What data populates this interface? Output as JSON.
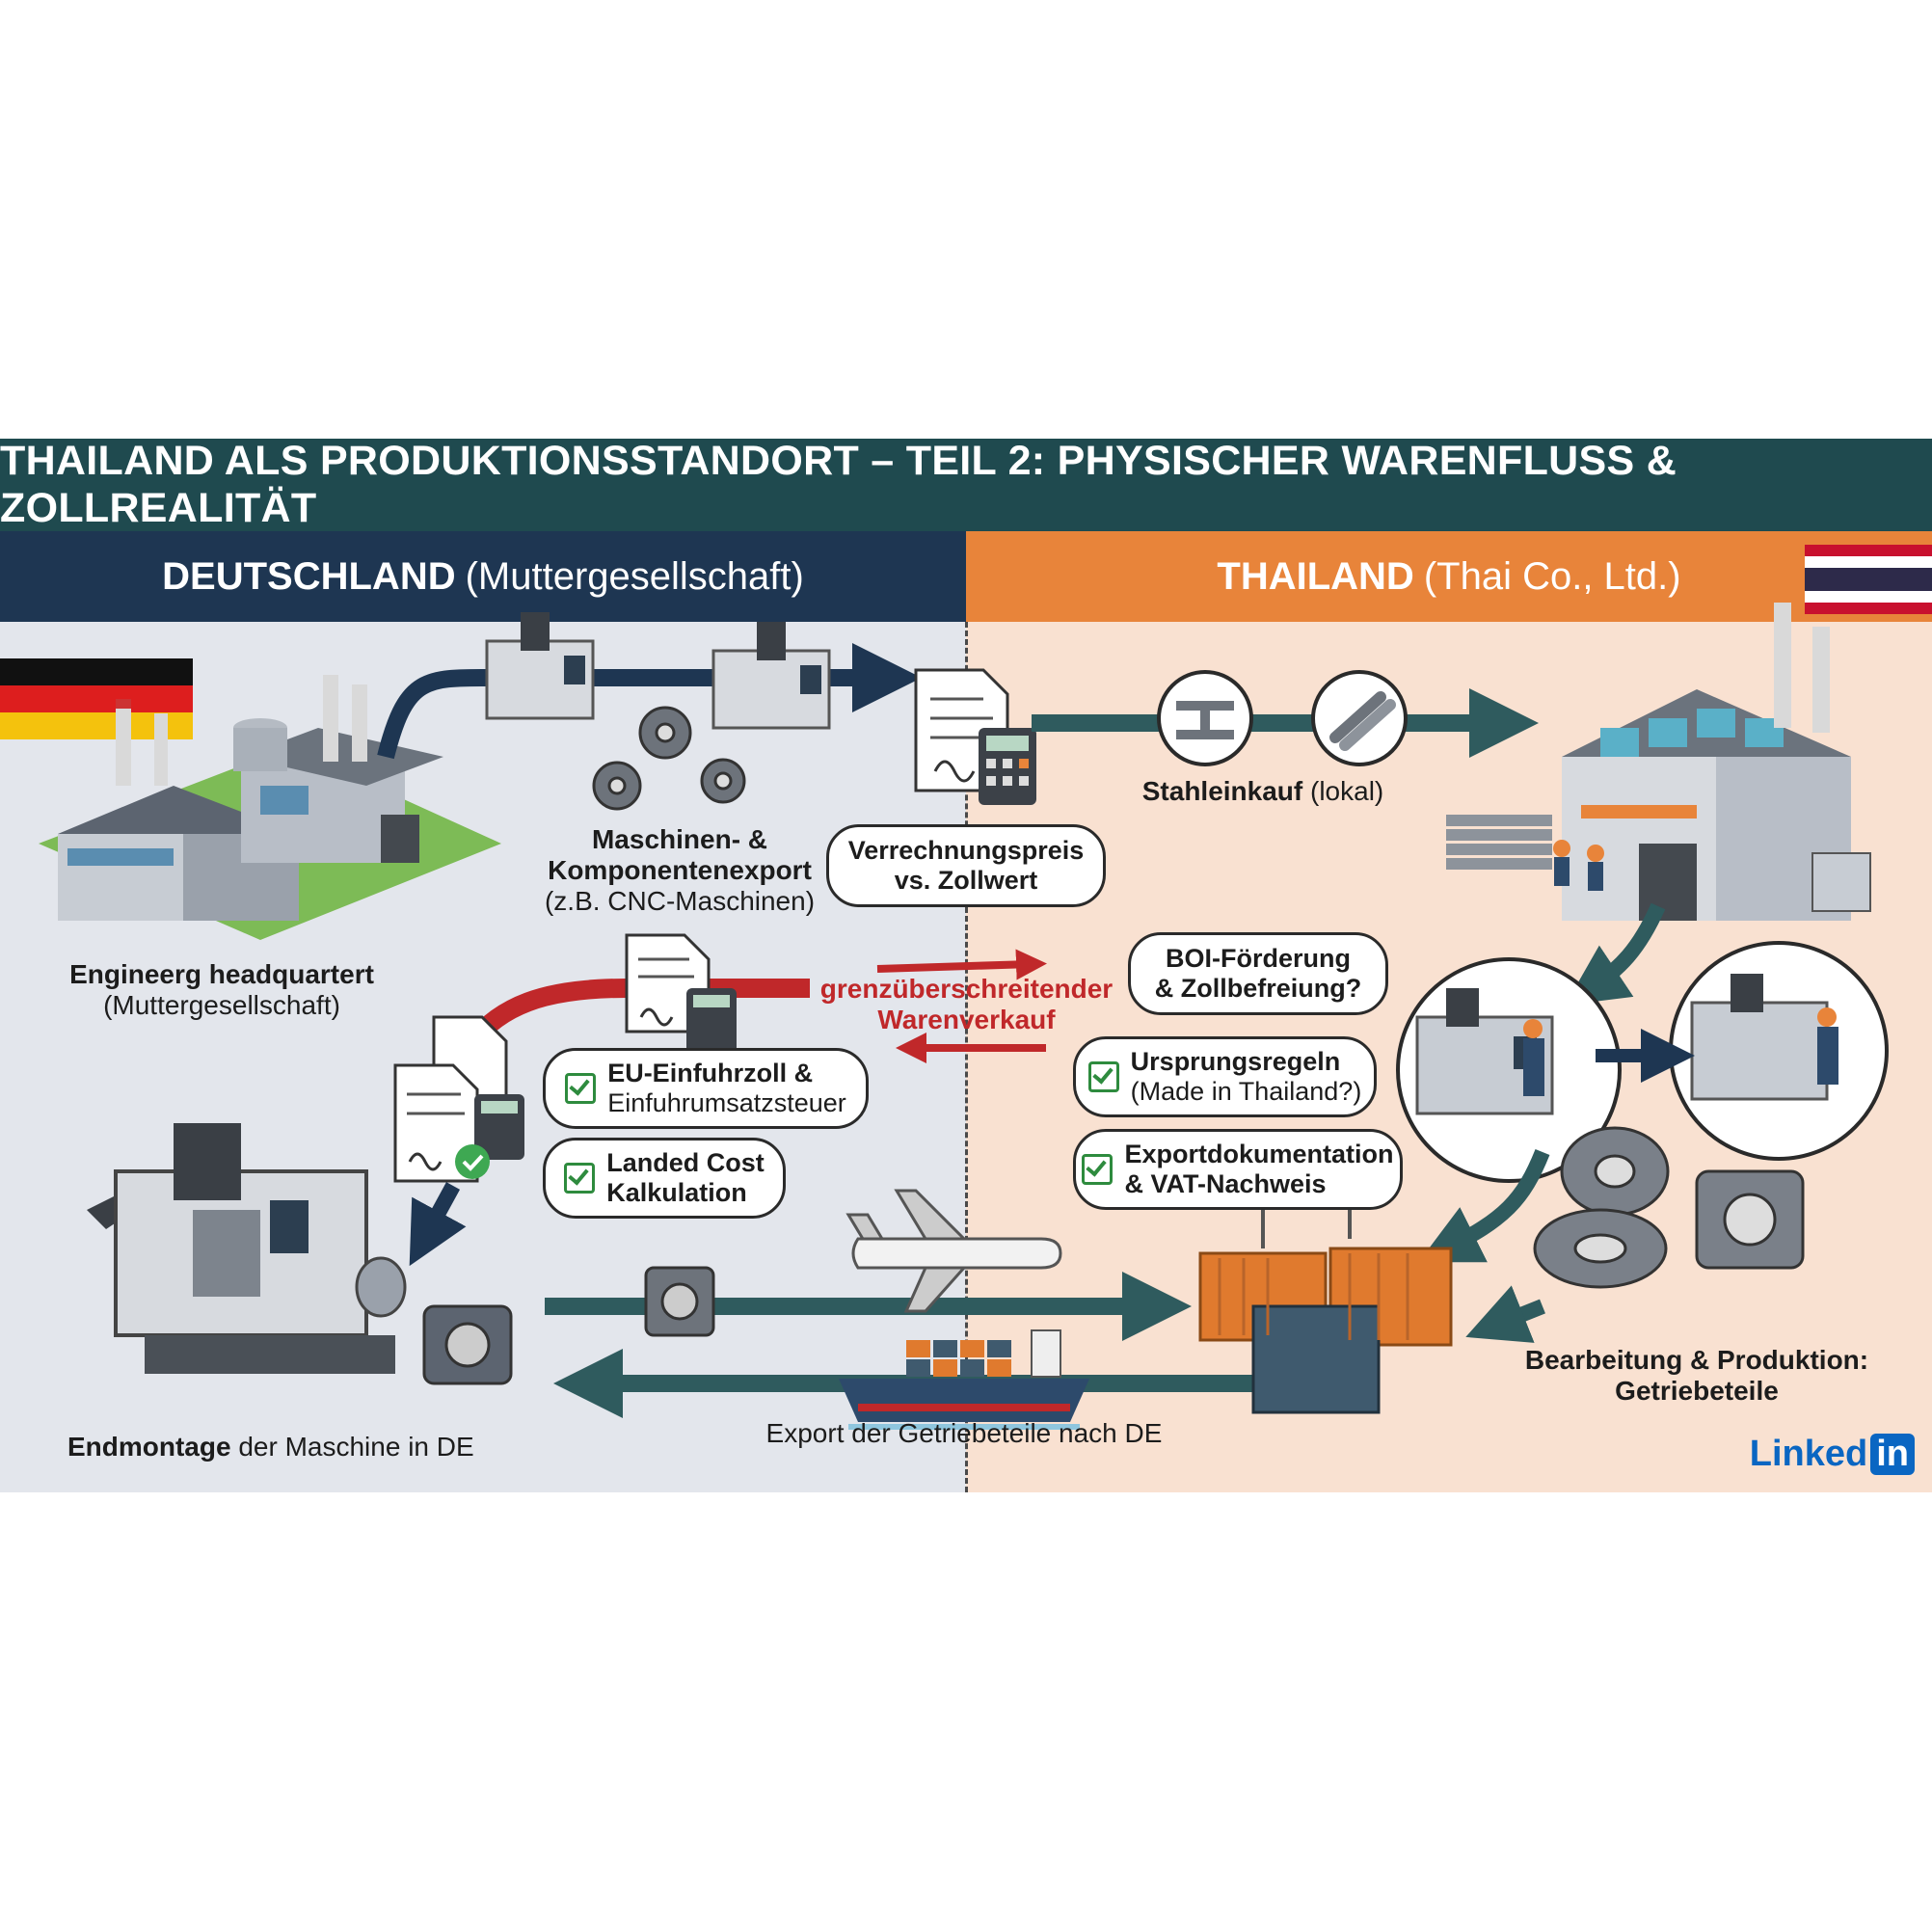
{
  "title": "THAILAND ALS PRODUKTIONSSTANDORT – TEIL 2: PHYSISCHER WARENFLUSS & ZOLLREALITÄT",
  "germany": {
    "name": "DEUTSCHLAND",
    "subtitle": "(Muttergesellschaft)"
  },
  "thailand": {
    "name": "THAILAND",
    "subtitle": "(Thai Co., Ltd.)"
  },
  "labels": {
    "hq_bold": "Engineerg headquartert",
    "hq_sub": "(Muttergesellschaft)",
    "export_line1": "Maschinen- &",
    "export_line2": "Komponentenexport",
    "export_line3": "(z.B. CNC-Maschinen)",
    "steel_bold": "Stahleinkauf",
    "steel_sub": "(lokal)",
    "cross_line1": "grenzüberschreitender",
    "cross_line2": "Warenverkauf",
    "assembly_bold": "Endmontage",
    "assembly_sub": "der Maschine in DE",
    "export_back": "Export der Getriebeteile nach DE",
    "production_line1": "Bearbeitung & Produktion:",
    "production_line2": "Getriebeteile"
  },
  "pills": {
    "transfer_line1": "Verrechnungspreis",
    "transfer_line2": "vs. Zollwert",
    "boi_line1": "BOI-Förderung",
    "boi_line2": "& Zollbefreiung?",
    "eu_line1": "EU-Einfuhrzoll &",
    "eu_line2": "Einfuhrumsatzsteuer",
    "landed_line1": "Landed Cost",
    "landed_line2": "Kalkulation",
    "origin_line1": "Ursprungsregeln",
    "origin_line2": "(Made in Thailand?)",
    "exportdoc_line1": "Exportdokumentation",
    "exportdoc_line2": "& VAT-Nachweis"
  },
  "icons": [
    "factory-icon",
    "cnc-machine-icon",
    "gear-icon",
    "document-icon",
    "calculator-icon",
    "steel-beam-icon",
    "steel-pipes-icon",
    "worker-icon",
    "airplane-icon",
    "cargo-ship-icon",
    "container-icon",
    "gearbox-icon",
    "check-icon",
    "flag-de-icon",
    "flag-th-icon"
  ],
  "colors": {
    "title_bg": "#1f4a4f",
    "de_header": "#1e3652",
    "th_header": "#e8843a",
    "de_panel": "#e3e6ec",
    "th_panel": "#f9e1d1",
    "flow_dark": "#1e3652",
    "flow_teal": "#2f5b5e",
    "flow_red": "#c0282a",
    "container_orange": "#e07a2e",
    "container_blue": "#3f5a6e"
  },
  "brand": {
    "name": "Linked",
    "badge": "in"
  }
}
